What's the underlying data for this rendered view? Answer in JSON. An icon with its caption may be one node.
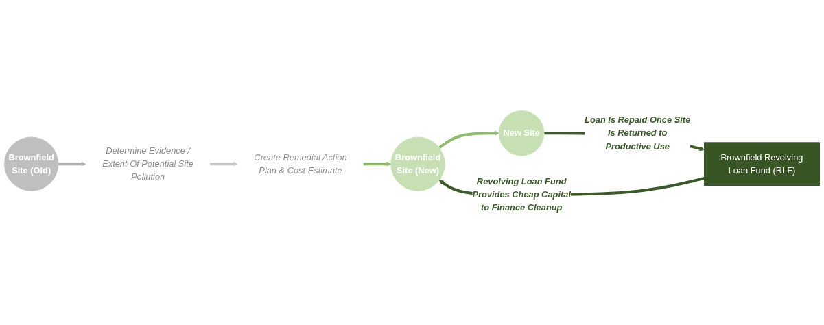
{
  "diagram": {
    "nodes": [
      {
        "text": [
          "Brownfield Site (Old)"
        ]
      },
      {
        "text": [
          "Determine Evidence / Extent Of Potential Site Pollution"
        ]
      },
      {
        "text": [
          "Create Remedial Action Plan & Cost Estimate"
        ]
      },
      {
        "text": [
          "Brownfield Site (New)"
        ]
      },
      {
        "text": [
          "New Site"
        ]
      },
      {
        "text": [
          "Brownfield Revolving Loan Fund (RLF)"
        ]
      }
    ],
    "edges": [
      {
        "from": 0,
        "to": 1,
        "arrow": "to",
        "color": "#b3b3b3"
      },
      {
        "from": 1,
        "to": 2,
        "arrow": "to",
        "color": "#c8c8c8"
      },
      {
        "from": 2,
        "to": 3,
        "arrow": "to",
        "color": "#8cbb6a"
      },
      {
        "from": 3,
        "to": 4,
        "arrow": "to",
        "color": "#8cbb6a"
      },
      {
        "from": 5,
        "to": 3,
        "arrow": "to",
        "label": "Revolving Loan Fund Provides Cheap Capital to Finance Cleanup",
        "color": "#3a5a27"
      },
      {
        "from": 4,
        "to": 5,
        "arrow": "to",
        "label": "Loan Is Repaid Once Site Is Returned to Productive Use",
        "color": "#3a5a27"
      }
    ]
  }
}
